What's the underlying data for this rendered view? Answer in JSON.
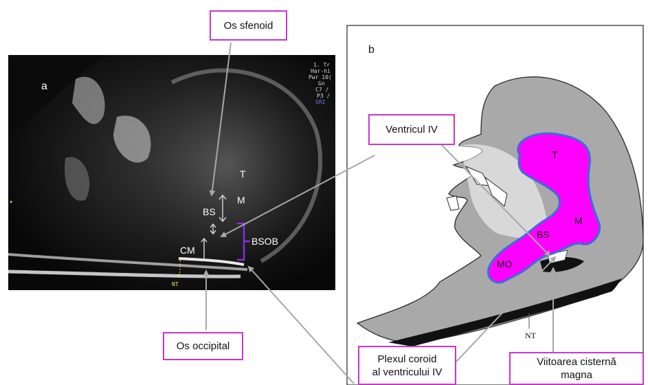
{
  "colors": {
    "accent_magenta": "#cc33cc",
    "brain_fill": "#ff00ff",
    "brain_outline": "#3a6ed8",
    "head_gray": "#a8a8a8",
    "ultrasound_bg": "#0d0d0d",
    "arrow_gray": "#a0a0a0",
    "overlay_yellow": "#e8e85a"
  },
  "panel_a": {
    "letter": "a",
    "labels": {
      "t": "T",
      "m": "M",
      "bs": "BS",
      "cm": "CM",
      "bsob": "BSOB",
      "nt": "NT"
    },
    "scanner_overlay": [
      "1. Tr",
      "Har-hi",
      "Pwr 10(",
      "Gn",
      "C7 /",
      "P3 /",
      "SRI"
    ]
  },
  "panel_b": {
    "letter": "b",
    "labels": {
      "t": "T",
      "m": "M",
      "bs": "BS",
      "mo": "MO",
      "nt": "NT"
    }
  },
  "callouts": {
    "os_sfenoid": "Os sfenoid",
    "os_occipital": "Os occipital",
    "ventricul_iv": "Ventricul IV",
    "plexul_line1": "Plexul coroid",
    "plexul_line2": "al ventricului IV",
    "cisterna_line1": "Viitoarea cisternă",
    "cisterna_line2": "magna"
  }
}
